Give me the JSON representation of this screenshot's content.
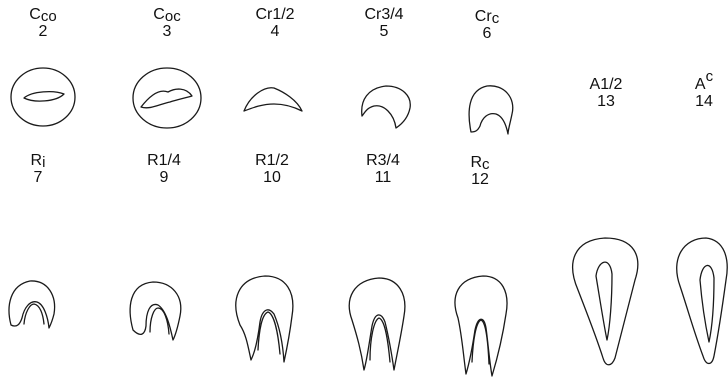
{
  "stages": [
    {
      "id": "s2",
      "base": "C",
      "sub": "co",
      "sup": "",
      "num": "2"
    },
    {
      "id": "s3",
      "base": "C",
      "sub": "oc",
      "sup": "",
      "num": "3"
    },
    {
      "id": "s4",
      "base": "Cr1/2",
      "sub": "",
      "sup": "",
      "num": "4"
    },
    {
      "id": "s5",
      "base": "Cr3/4",
      "sub": "",
      "sup": "",
      "num": "5"
    },
    {
      "id": "s6",
      "base": "Cr",
      "sub": "c",
      "sup": "",
      "num": "6"
    },
    {
      "id": "s13",
      "base": "A1/2",
      "sub": "",
      "sup": "",
      "num": "13"
    },
    {
      "id": "s14",
      "base": "A",
      "sub": "",
      "sup": "c",
      "num": "14"
    },
    {
      "id": "s7",
      "base": "R",
      "sub": "i",
      "sup": "",
      "num": "7"
    },
    {
      "id": "s9",
      "base": "R1/4",
      "sub": "",
      "sup": "",
      "num": "9"
    },
    {
      "id": "s10",
      "base": "R1/2",
      "sub": "",
      "sup": "",
      "num": "10"
    },
    {
      "id": "s11",
      "base": "R3/4",
      "sub": "",
      "sup": "",
      "num": "11"
    },
    {
      "id": "s12",
      "base": "R",
      "sub": "c",
      "sup": "",
      "num": "12"
    }
  ]
}
